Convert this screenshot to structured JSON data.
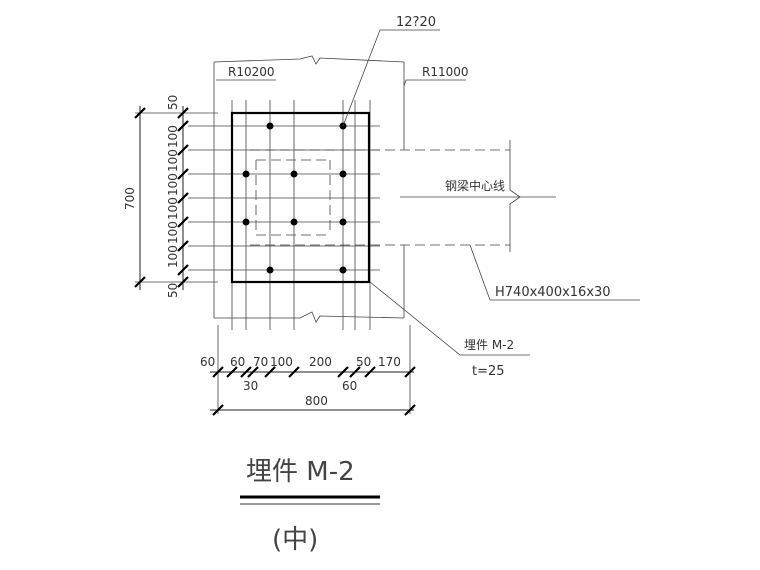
{
  "labels": {
    "bolt_spec": "12?20",
    "radius_left": "R10200",
    "radius_right": "R11000",
    "beam_centerline": "钢梁中心线",
    "beam_section": "H740x400x16x30",
    "plate_name": "埋件 M-2",
    "plate_thickness": "t=25"
  },
  "vertical_dims": {
    "total": "700",
    "segments": [
      "50",
      "100",
      "100",
      "100",
      "100",
      "100",
      "100",
      "50"
    ]
  },
  "horizontal_dims": {
    "top_row": [
      "60",
      "60",
      "70",
      "100",
      "200",
      "50",
      "170"
    ],
    "lower_row": [
      "30",
      "60"
    ],
    "total": "800"
  },
  "title": {
    "main": "埋件 M-2",
    "sub": "(中)"
  }
}
